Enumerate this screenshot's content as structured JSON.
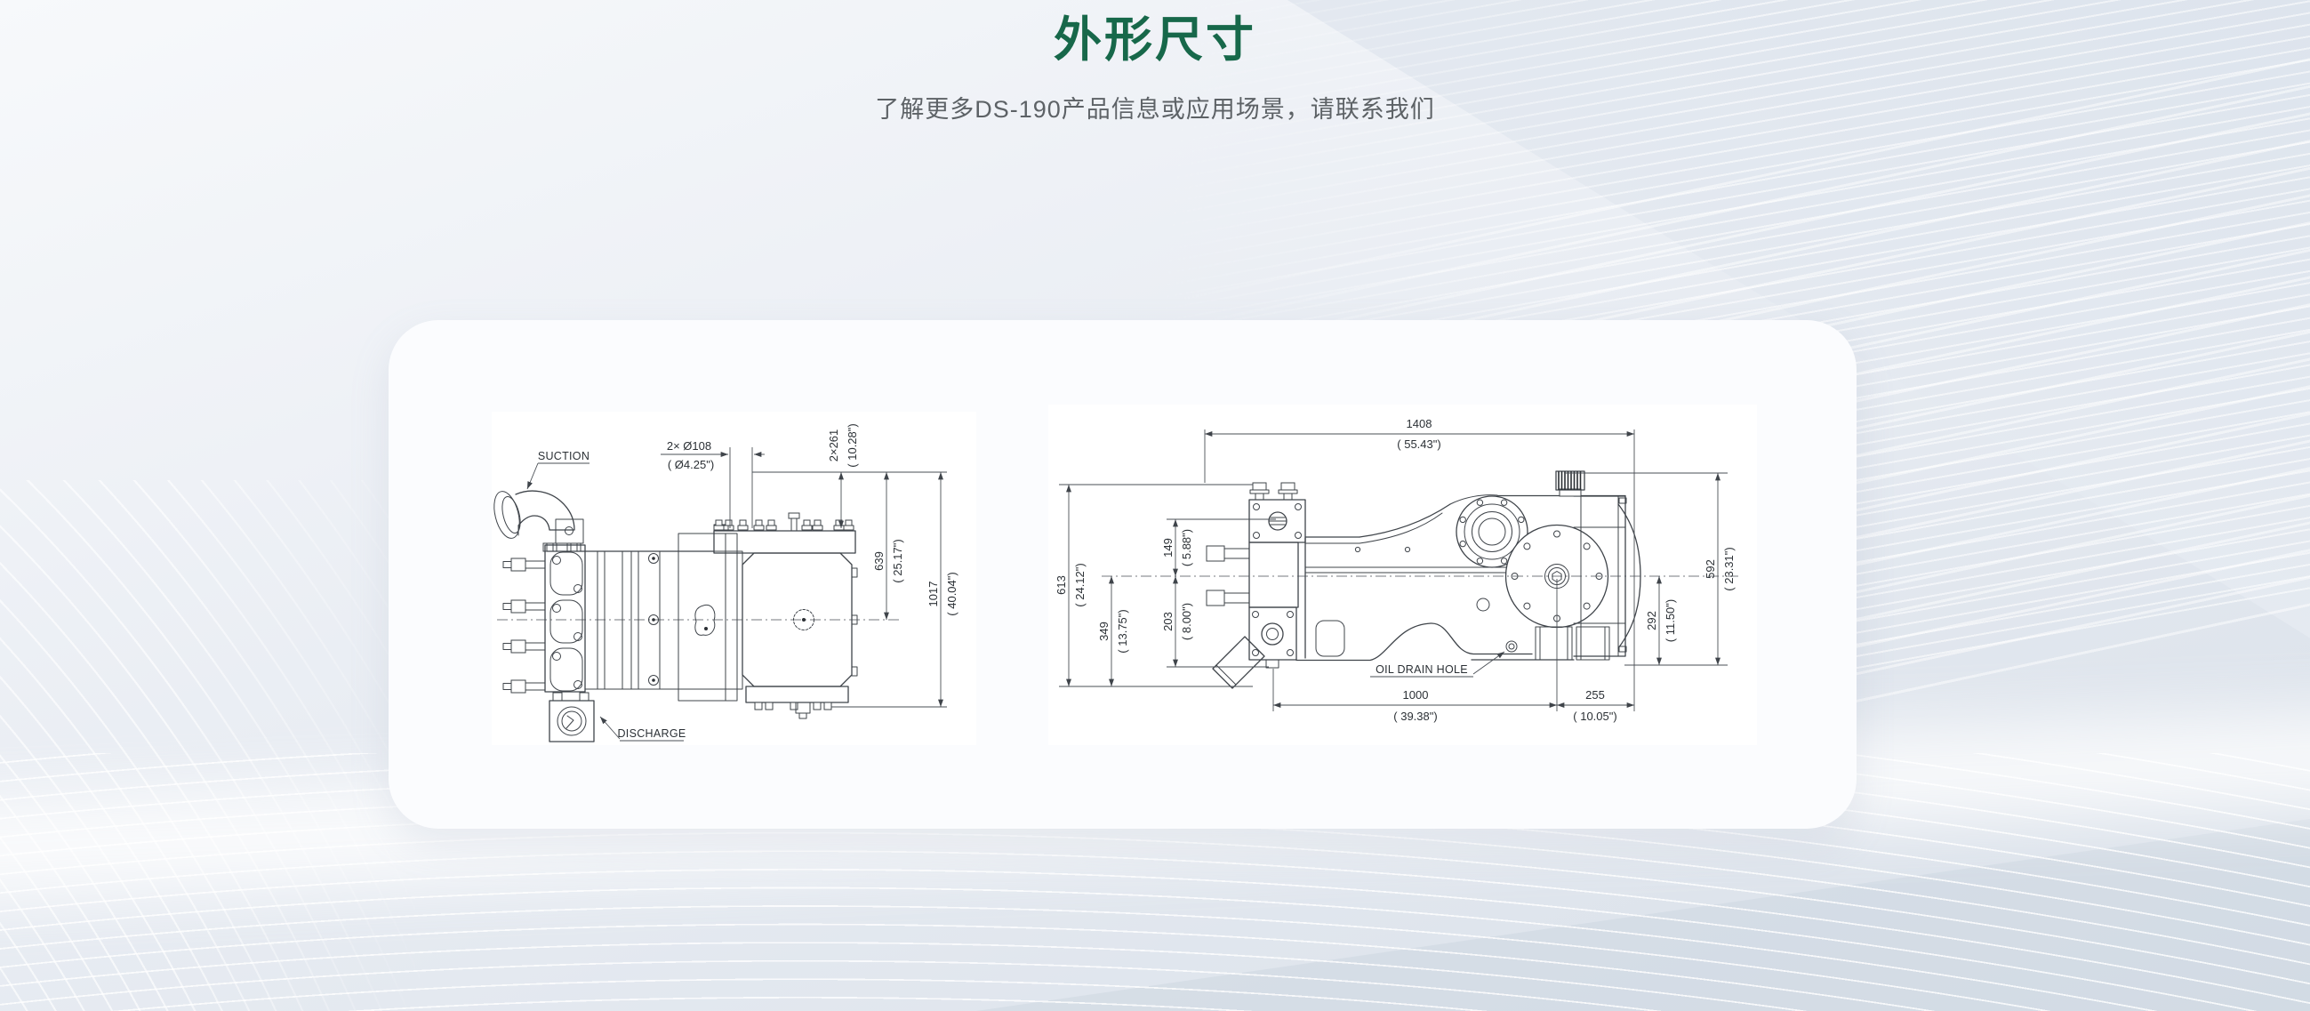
{
  "header": {
    "title": "外形尺寸",
    "subtitle": "了解更多DS-190产品信息或应用场景，请联系我们"
  },
  "colors": {
    "title_green": "#17684a",
    "subtitle_gray": "#5d6266",
    "drawing_line": "#3f444a",
    "dim_text": "#2b3035",
    "card_bg": "#fbfcfe",
    "page_bg_top": "#f7f9fb",
    "page_bg_bottom": "#d9e0e9"
  },
  "top_view": {
    "labels": {
      "suction": "SUCTION",
      "discharge": "DISCHARGE"
    },
    "dims": {
      "port": {
        "mm": "2× Ø108",
        "inch": "( Ø4.25\")"
      },
      "flange_offset": {
        "mm": "2×261",
        "inch": "( 10.28\")"
      },
      "center_width": {
        "mm": "639",
        "inch": "( 25.17\")"
      },
      "overall_width": {
        "mm": "1017",
        "inch": "( 40.04\")"
      }
    }
  },
  "side_view": {
    "labels": {
      "oil_drain": "OIL DRAIN HOLE"
    },
    "dims": {
      "overall_length": {
        "mm": "1408",
        "inch": "( 55.43\")"
      },
      "overall_height": {
        "mm": "613",
        "inch": "( 24.12\")"
      },
      "centerline_to_base": {
        "mm": "349",
        "inch": "( 13.75\")"
      },
      "port_above_center": {
        "mm": "149",
        "inch": "( 5.88\")"
      },
      "port_below_center": {
        "mm": "203",
        "inch": "( 8.00\")"
      },
      "shaft_top_height": {
        "mm": "592",
        "inch": "( 23.31\")"
      },
      "center_to_base": {
        "mm": "292",
        "inch": "( 11.50\")"
      },
      "port_to_shaft": {
        "mm": "1000",
        "inch": "( 39.38\")"
      },
      "shaft_to_end": {
        "mm": "255",
        "inch": "( 10.05\")"
      }
    }
  }
}
